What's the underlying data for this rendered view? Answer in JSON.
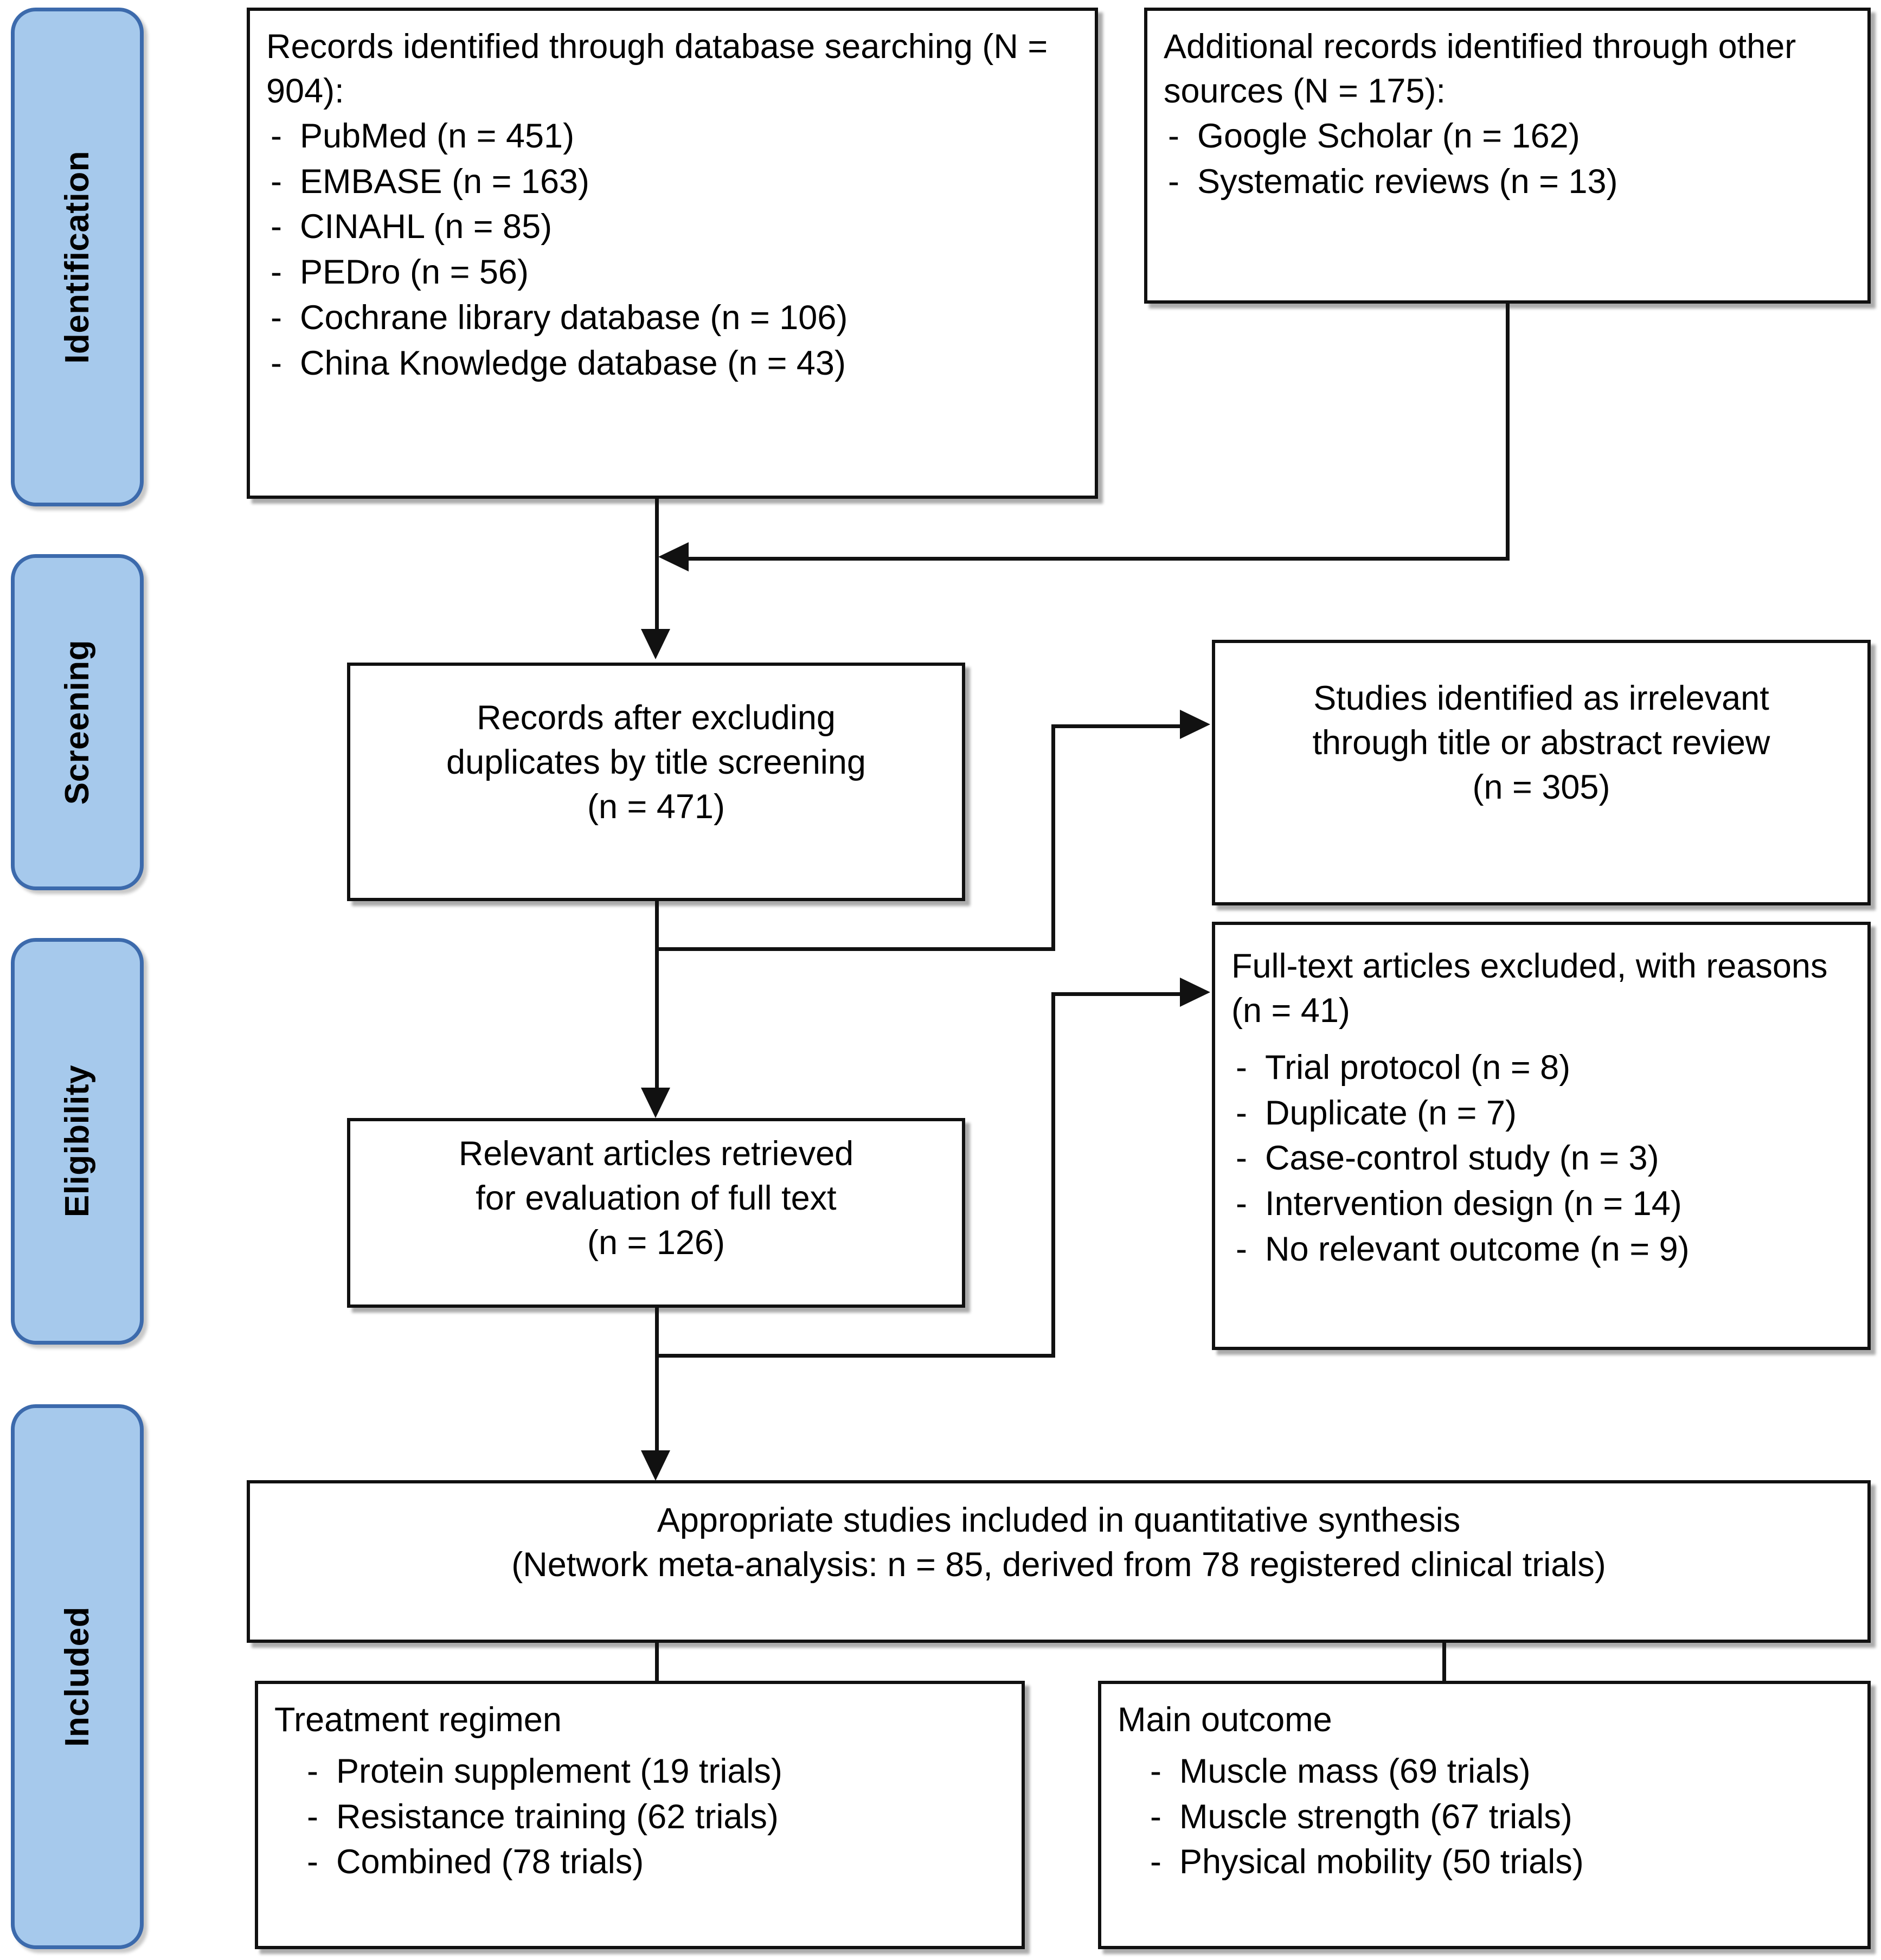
{
  "diagram": {
    "title": "PRISMA study selection flow diagram",
    "accent_fill": "#A6C9EC",
    "accent_border": "#3C6AAC",
    "box_border": "#101010",
    "connector_color": "#111111"
  },
  "stages": [
    {
      "id": "identification",
      "label": "Identification"
    },
    {
      "id": "screening",
      "label": "Screening"
    },
    {
      "id": "eligibility",
      "label": "Eligibility"
    },
    {
      "id": "included",
      "label": "Included"
    }
  ],
  "boxes": {
    "database_search": {
      "lead": "Records identified through database searching (N = 904):",
      "items": [
        "PubMed (n = 451)",
        "EMBASE (n = 163)",
        "CINAHL (n = 85)",
        "PEDro (n = 56)",
        "Cochrane library database (n = 106)",
        "China Knowledge database (n = 43)"
      ]
    },
    "other_sources": {
      "lead": "Additional records identified through other sources (N = 175):",
      "items": [
        "Google Scholar (n = 162)",
        "Systematic reviews (n = 13)"
      ]
    },
    "after_duplicates": {
      "line1": "Records after excluding",
      "line2": "duplicates by title screening",
      "line3": "(n = 471)"
    },
    "irrelevant": {
      "line1": "Studies identified as irrelevant",
      "line2": "through title or abstract review",
      "line3": "(n = 305)"
    },
    "full_text_retrieved": {
      "line1": "Relevant articles retrieved",
      "line2": "for evaluation of full text",
      "line3": "(n = 126)"
    },
    "full_text_excluded": {
      "lead": "Full-text articles excluded, with reasons (n = 41)",
      "items": [
        "Trial protocol (n = 8)",
        "Duplicate (n = 7)",
        "Case-control study (n = 3)",
        "Intervention design (n = 14)",
        "No relevant outcome (n = 9)"
      ]
    },
    "quantitative_synthesis": {
      "line1": "Appropriate studies included in quantitative synthesis",
      "line2": "(Network meta-analysis: n = 85, derived from 78 registered clinical trials)"
    },
    "treatment_regimen": {
      "lead": "Treatment regimen",
      "items": [
        "Protein supplement (19 trials)",
        "Resistance training (62 trials)",
        "Combined (78 trials)"
      ]
    },
    "main_outcome": {
      "lead": "Main outcome",
      "items": [
        "Muscle mass (69 trials)",
        "Muscle strength (67 trials)",
        "Physical mobility (50 trials)"
      ]
    }
  },
  "chart_data": {
    "type": "flow",
    "title": "PRISMA study selection flow diagram",
    "nodes": [
      {
        "id": "database_search",
        "stage": "Identification",
        "total": 904,
        "breakdown": {
          "PubMed": 451,
          "EMBASE": 163,
          "CINAHL": 85,
          "PEDro": 56,
          "Cochrane library database": 106,
          "China Knowledge database": 43
        }
      },
      {
        "id": "other_sources",
        "stage": "Identification",
        "total": 175,
        "breakdown": {
          "Google Scholar": 162,
          "Systematic reviews": 13
        }
      },
      {
        "id": "after_duplicates",
        "stage": "Screening",
        "n": 471
      },
      {
        "id": "irrelevant",
        "stage": "Screening",
        "n": 305
      },
      {
        "id": "full_text_retrieved",
        "stage": "Eligibility",
        "n": 126
      },
      {
        "id": "full_text_excluded",
        "stage": "Eligibility",
        "n": 41,
        "breakdown": {
          "Trial protocol": 8,
          "Duplicate": 7,
          "Case-control study": 3,
          "Intervention design": 14,
          "No relevant outcome": 9
        }
      },
      {
        "id": "quantitative_synthesis",
        "stage": "Included",
        "n": 85,
        "registered_trials": 78
      },
      {
        "id": "treatment_regimen",
        "stage": "Included",
        "breakdown": {
          "Protein supplement": 19,
          "Resistance training": 62,
          "Combined": 78
        }
      },
      {
        "id": "main_outcome",
        "stage": "Included",
        "breakdown": {
          "Muscle mass": 69,
          "Muscle strength": 67,
          "Physical mobility": 50
        }
      }
    ],
    "edges": [
      {
        "from": "database_search",
        "to": "after_duplicates"
      },
      {
        "from": "other_sources",
        "to": "after_duplicates"
      },
      {
        "from": "after_duplicates",
        "to": "irrelevant"
      },
      {
        "from": "after_duplicates",
        "to": "full_text_retrieved"
      },
      {
        "from": "full_text_retrieved",
        "to": "full_text_excluded"
      },
      {
        "from": "full_text_retrieved",
        "to": "quantitative_synthesis"
      },
      {
        "from": "quantitative_synthesis",
        "to": "treatment_regimen"
      },
      {
        "from": "quantitative_synthesis",
        "to": "main_outcome"
      }
    ]
  }
}
